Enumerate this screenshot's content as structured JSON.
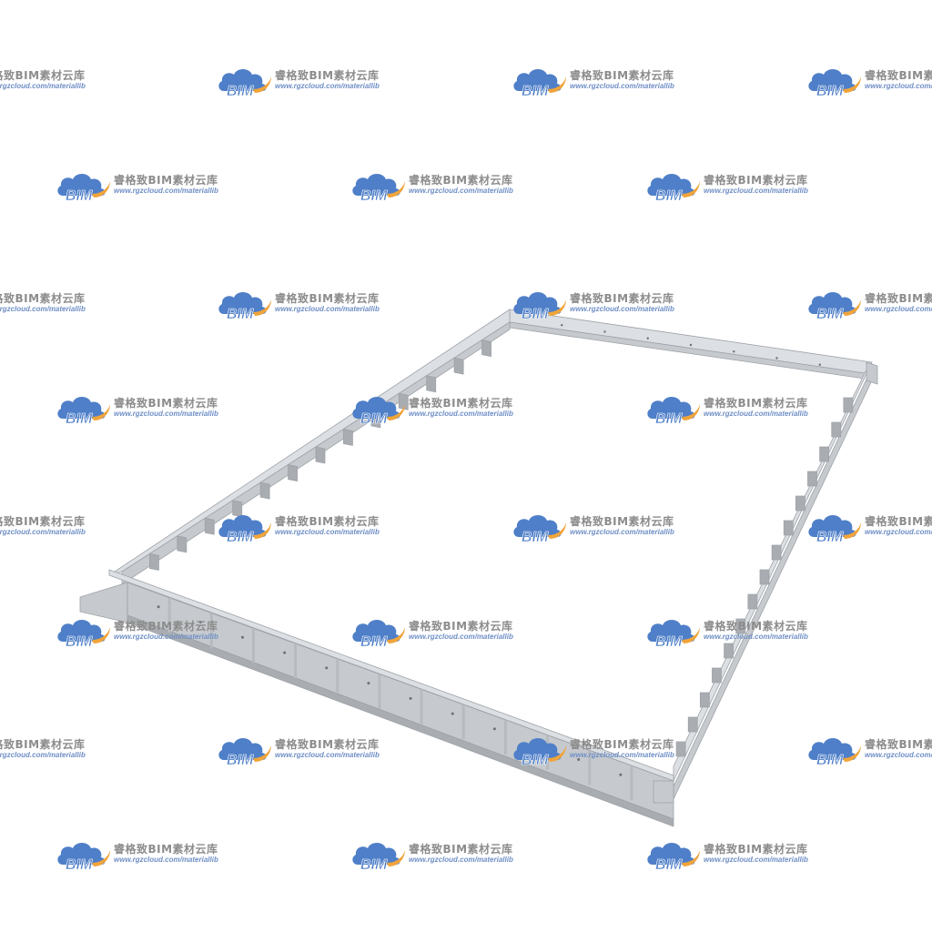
{
  "watermark": {
    "brand": "睿格致BIM素材云库",
    "url": "www.rgzcloud.com/materiallib",
    "logo_text": "BIM",
    "logo_icon": "cloud-icon",
    "colors": {
      "cloud_blue": "#4f7fc8",
      "cloud_orange": "#f0a43a",
      "brand_text": "#8c8c8c",
      "url_text": "#6f8fc6"
    }
  },
  "model": {
    "object": "rectangular-steel-channel-frame",
    "colors": {
      "steel_top": "#dcdfe3",
      "steel_face": "#c6cace",
      "steel_dark": "#a9adb2",
      "rib": "#b7bbc0",
      "bolt_hole": "#6d7176",
      "background": "#ffffff"
    }
  }
}
